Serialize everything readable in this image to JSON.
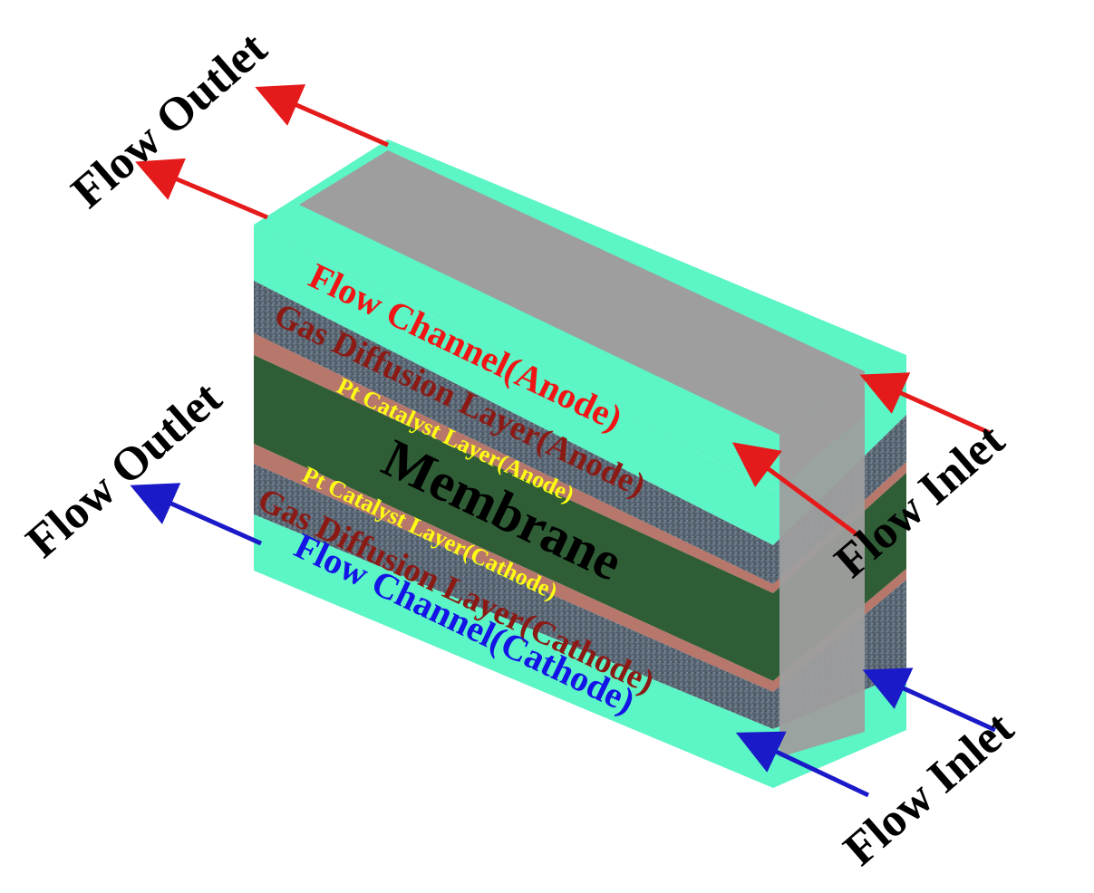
{
  "layers": {
    "flow_channel_anode": "Flow Channel(Anode)",
    "gdl_anode": "Gas Diffusion Layer(Anode)",
    "catalyst_anode": "Pt Catalyst Layer(Anode)",
    "membrane": "Membrane",
    "catalyst_cathode": "Pt Catalyst Layer(Cathode)",
    "gdl_cathode": "Gas Diffusion Layer(Cathode)",
    "flow_channel_cathode": "Flow Channel(Cathode)"
  },
  "flow_labels": {
    "outlet_anode": "Flow Outlet",
    "outlet_cathode": "Flow Outlet",
    "inlet_anode": "Flow Inlet",
    "inlet_cathode": "Flow Inlet"
  },
  "colors": {
    "flow_channel": "#5cf5c5",
    "channel_gray": "#9e9e9e",
    "gdl": "#5a6775",
    "catalyst": "#b7776a",
    "membrane": "#2f5e36",
    "anode_arrow": "#e51b1b",
    "cathode_arrow": "#1a1ac8",
    "anode_text": "#f01414",
    "gdl_text": "#8b1a14",
    "catalyst_text": "#ffff14",
    "membrane_text": "#000000",
    "cathode_text": "#1414e6",
    "flow_label_text": "#000000"
  }
}
